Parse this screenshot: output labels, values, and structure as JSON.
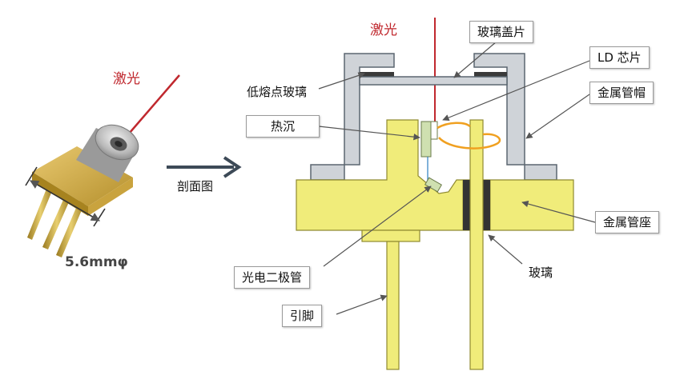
{
  "photo": {
    "laser_label": "激光",
    "diameter_label": "5.6mmφ"
  },
  "arrow_label": "剖面图",
  "cross_section": {
    "laser_label": "激光",
    "labels": {
      "glass_cover": "玻璃盖片",
      "ld_chip": "LD 芯片",
      "low_melt_glass": "低熔点玻璃",
      "metal_cap": "金属管帽",
      "heat_sink": "热沉",
      "metal_base": "金属管座",
      "photodiode": "光电二极管",
      "glass": "玻璃",
      "pin": "引脚"
    }
  },
  "colors": {
    "laser": "#c0282e",
    "cap_gray": "#cfd3d8",
    "base_yellow": "#f0ec7a",
    "seal_dark": "#3a3a3a",
    "wire_orange": "#f0a020",
    "chip_green": "#cfe0b0"
  }
}
